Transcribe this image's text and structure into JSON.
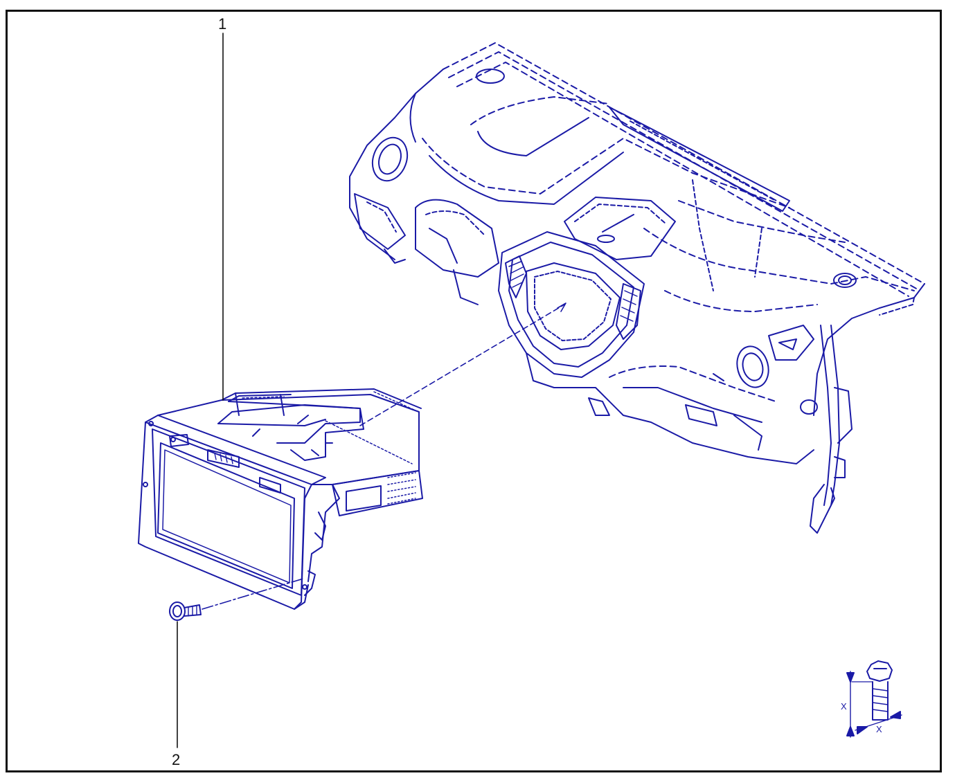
{
  "diagram": {
    "callouts": [
      {
        "id": "1",
        "label": "1"
      },
      {
        "id": "2",
        "label": "2"
      }
    ],
    "dimension_symbol": {
      "label_left": "X",
      "label_bottom": "X"
    },
    "colors": {
      "line": "#1a1aa6",
      "frame": "#111111",
      "background": "#ffffff"
    }
  }
}
